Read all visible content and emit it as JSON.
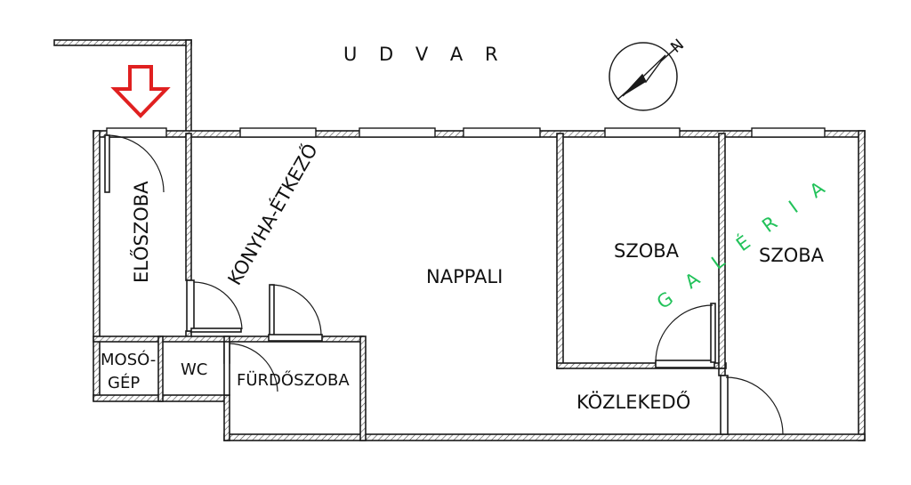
{
  "floorplan": {
    "outside_label": "U D V A R",
    "rooms": {
      "eloszoba": "ELŐSZOBA",
      "konyha": "KONYHA-ÉTKEZŐ",
      "nappali": "NAPPALI",
      "szoba1": "SZOBA",
      "szoba2": "SZOBA",
      "galeria": "G A L É R I A",
      "moso_line1": "MOSÓ-",
      "moso_line2": "GÉP",
      "wc": "WC",
      "furdo": "FÜRDŐSZOBA",
      "kozlekedo": "KÖZLEKEDŐ"
    },
    "compass_north": "N",
    "colors": {
      "entrance_arrow": "#e02020",
      "galeria_text": "#22c25a",
      "wall_outline": "#1a1a1a"
    },
    "icons": [
      "entrance-arrow-icon",
      "compass-icon"
    ]
  }
}
